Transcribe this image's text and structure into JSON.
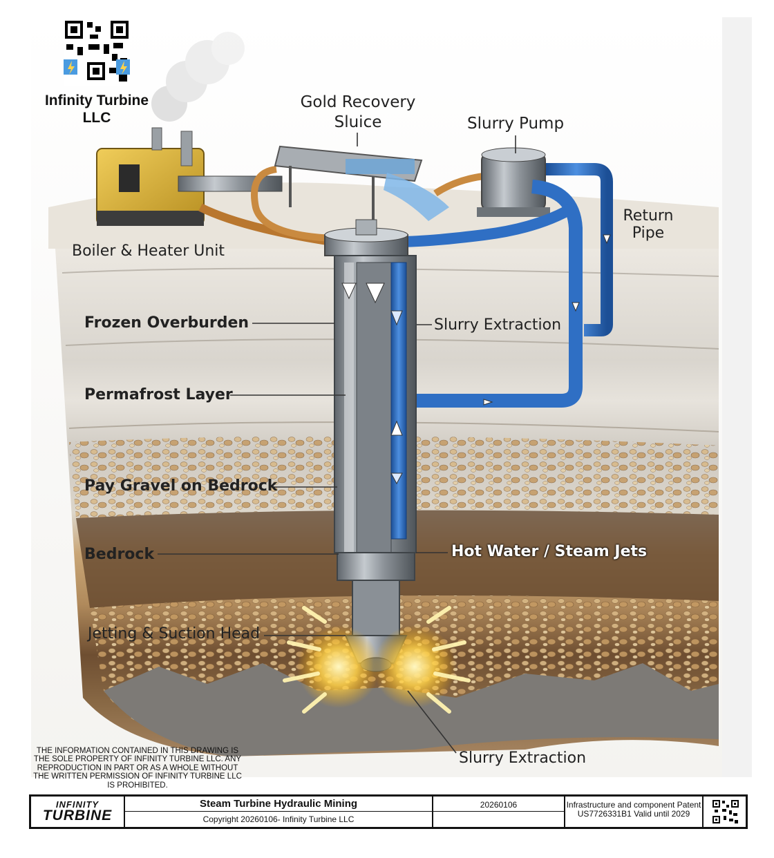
{
  "brand": {
    "company_name": "Infinity Turbine LLC"
  },
  "labels": {
    "gold_recovery_sluice": "Gold Recovery\nSluice",
    "slurry_pump": "Slurry Pump",
    "return_pipe": "Return\nPipe",
    "boiler_heater_unit": "Boiler & Heater Unit",
    "frozen_overburden": "Frozen Overburden",
    "slurry_extraction_upper": "Slurry Extraction",
    "permafrost_layer": "Permafrost Layer",
    "pay_gravel_on_bedrock": "Pay Gravel on Bedrock",
    "bedrock": "Bedrock",
    "hot_water_steam_jets": "Hot Water / Steam Jets",
    "jetting_suction_head": "Jetting & Suction Head",
    "slurry_extraction_lower": "Slurry Extraction"
  },
  "disclaimer": "THE INFORMATION CONTAINED IN THIS DRAWING IS THE SOLE PROPERTY OF INFINITY TURBINE LLC. ANY REPRODUCTION IN PART OR AS A WHOLE WITHOUT THE WRITTEN PERMISSION OF INFINITY TURBINE LLC IS PROHIBITED.",
  "title_block": {
    "logo_line1": "INFINITY",
    "logo_line2": "TURBINE",
    "drawing_title": "Steam Turbine Hydraulic Mining",
    "copyright": "Copyright 20260106- Infinity Turbine LLC",
    "date_code": "20260106",
    "patent_note": "Infrastructure and component Patent US7726331B1 Valid until 2029"
  },
  "colors": {
    "boiler_yellow": "#d9b13a",
    "pipe_blue": "#2f6fc4",
    "hose_copper": "#b9772f",
    "steel": "#8e949a",
    "gravel": "#c8a26e",
    "soil_dark": "#6b4a2c",
    "jet_glow": "#ffd24a"
  }
}
